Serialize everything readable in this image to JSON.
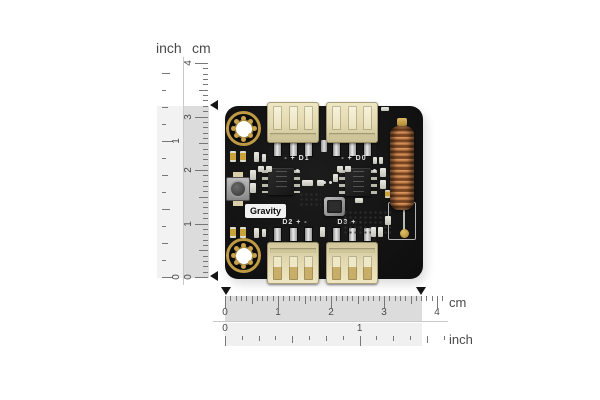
{
  "rulers": {
    "vertical": {
      "header_inch": "inch",
      "header_cm": "cm",
      "cm_numbers": [
        "0",
        "1",
        "2",
        "3",
        "4"
      ],
      "inch_numbers": [
        "0",
        "1"
      ]
    },
    "horizontal": {
      "cm_numbers": [
        "0",
        "1",
        "2",
        "3",
        "4"
      ],
      "inch_numbers": [
        "0",
        "1"
      ],
      "cm_label": "cm",
      "inch_label": "inch"
    },
    "colors": {
      "band_gray": "#dcdcdc",
      "band_light": "#f2f2f2",
      "tick": "#777777",
      "text": "#4a4a4a",
      "marker": "#151515"
    }
  },
  "board": {
    "brand_label": "Gravity",
    "connector_labels": {
      "top_left": "- + D1",
      "top_right": "- + D0",
      "bottom_left": "D2 + -",
      "bottom_right": "D3 + -"
    },
    "colors": {
      "pcb": "#141414",
      "connector": "#e3d9b0",
      "copper_coil": "#b5713d",
      "gold": "#c9a24a",
      "silkscreen": "#e2e2e2"
    }
  }
}
